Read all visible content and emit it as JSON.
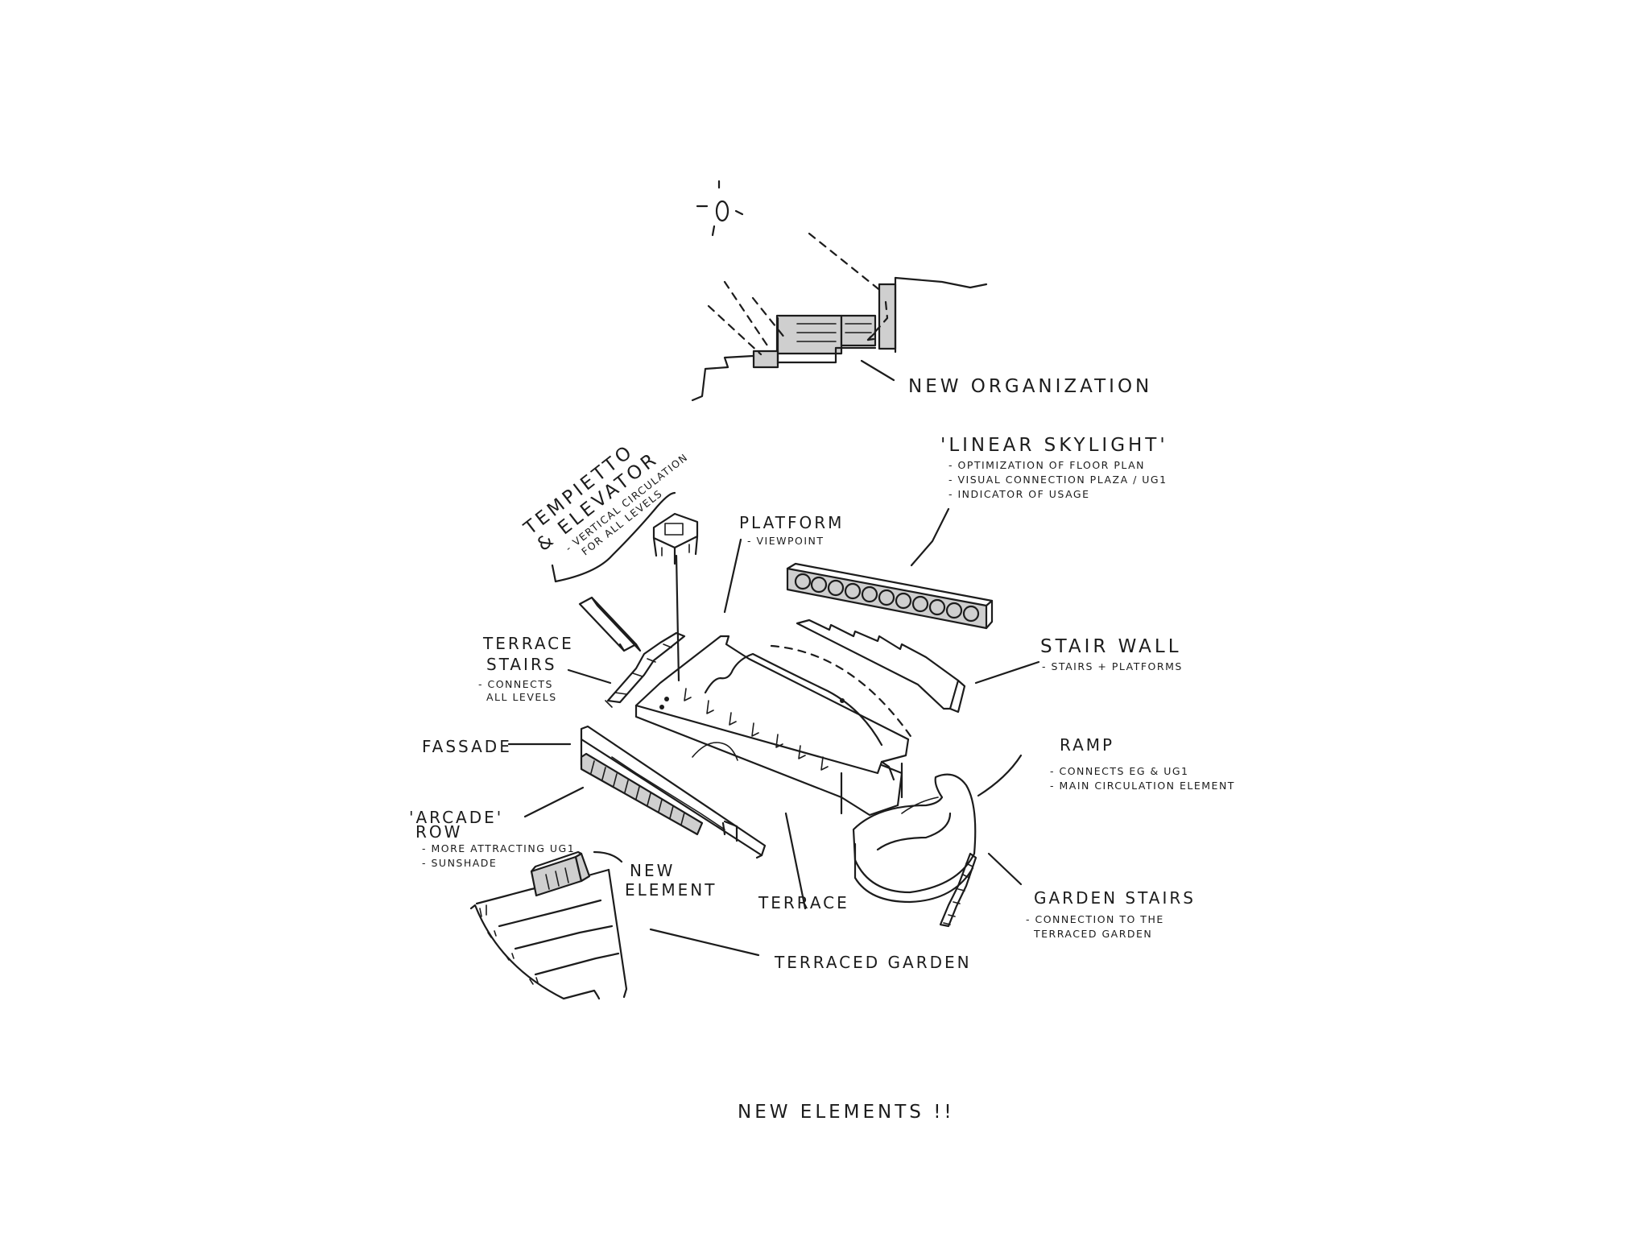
{
  "diagram": {
    "top_section": {
      "label": "NEW ORGANIZATION"
    },
    "labels": {
      "tempietto": {
        "title_line1": "TEMPIETTO",
        "title_line2": "& ELEVATOR",
        "notes": [
          "- VERTICAL CIRCULATION",
          "FOR ALL LEVELS"
        ]
      },
      "platform": {
        "title": "PLATFORM",
        "notes": [
          "- VIEWPOINT"
        ]
      },
      "linear_skylight": {
        "title": "'LINEAR SKYLIGHT'",
        "notes": [
          "- OPTIMIZATION OF FLOOR PLAN",
          "- VISUAL CONNECTION PLAZA / UG1",
          "- INDICATOR OF USAGE"
        ]
      },
      "terrace_stairs": {
        "title_line1": "TERRACE",
        "title_line2": "STAIRS",
        "notes": [
          "- CONNECTS",
          "ALL LEVELS"
        ]
      },
      "stair_wall": {
        "title": "STAIR WALL",
        "notes": [
          "- STAIRS + PLATFORMS"
        ]
      },
      "fassade": {
        "title": "FASSADE"
      },
      "ramp": {
        "title": "RAMP",
        "notes": [
          "- CONNECTS EG & UG1",
          "- MAIN CIRCULATION ELEMENT"
        ]
      },
      "arcade_row": {
        "title_line1": "'ARCADE'",
        "title_line2": "ROW",
        "notes": [
          "- MORE ATTRACTING UG1",
          "- SUNSHADE"
        ]
      },
      "new_element": {
        "title_line1": "NEW",
        "title_line2": "ELEMENT"
      },
      "terrace": {
        "title": "TERRACE"
      },
      "garden_stairs": {
        "title": "GARDEN STAIRS",
        "notes": [
          "- CONNECTION TO THE",
          "TERRACED GARDEN"
        ]
      },
      "terraced_garden": {
        "title": "TERRACED GARDEN"
      }
    },
    "caption": "NEW ELEMENTS !!"
  }
}
